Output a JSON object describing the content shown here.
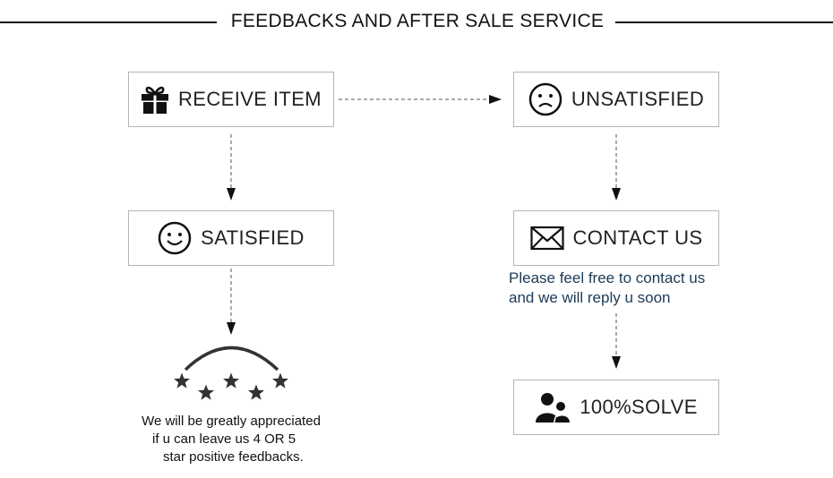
{
  "header": {
    "title": "FEEDBACKS AND AFTER SALE SERVICE"
  },
  "nodes": {
    "receive": {
      "label": "RECEIVE ITEM",
      "icon": "gift-icon"
    },
    "unsatisfied": {
      "label": "UNSATISFIED",
      "icon": "sad-face-icon"
    },
    "satisfied": {
      "label": "SATISFIED",
      "icon": "smiley-face-icon"
    },
    "contact": {
      "label": "CONTACT US",
      "icon": "envelope-icon"
    },
    "solve": {
      "label": "100%SOLVE",
      "icon": "people-icon"
    }
  },
  "contact_note": {
    "line1": "Please feel free to contact us",
    "line2": "and we will reply u soon"
  },
  "feedback_note": {
    "line1": "We will be greatly appreciated",
    "line2": "if u can leave us 4 OR 5",
    "line3": "star positive feedbacks."
  },
  "rating": {
    "stars": 5,
    "icon": "star-icon"
  },
  "colors": {
    "line": "#111111",
    "border": "#b5b5b5",
    "note_text": "#1c3a56"
  }
}
